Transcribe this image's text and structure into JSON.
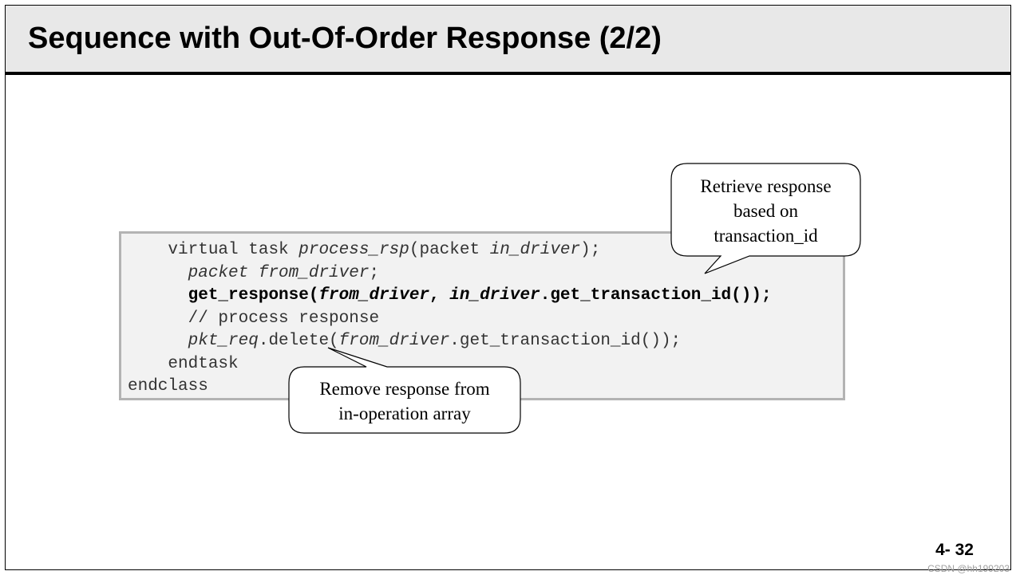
{
  "slide": {
    "title": "Sequence with Out-Of-Order Response (2/2)",
    "page_number": "4- 32",
    "watermark": "CSDN @hh199203"
  },
  "code": {
    "line1": {
      "a": "virtual task ",
      "b": "process_rsp",
      "c": "(packet ",
      "d": "in_driver",
      "e": ");"
    },
    "line2": {
      "a": "packet from_driver",
      "b": ";"
    },
    "line3": {
      "a": "get_response(",
      "b": "from_driver",
      "c": ", ",
      "d": "in_driver",
      "e": ".get_transaction_id());"
    },
    "line4": "// process response",
    "line5": {
      "a": "pkt_req",
      "b": ".delete(",
      "c": "from_driver",
      "d": ".get_transaction_id());"
    },
    "line6": "endtask",
    "line7": "endclass"
  },
  "callouts": {
    "retrieve": {
      "line1": "Retrieve response",
      "line2": "based on",
      "line3": "transaction_id"
    },
    "remove": {
      "line1": "Remove response from",
      "line2": "in-operation array"
    }
  }
}
